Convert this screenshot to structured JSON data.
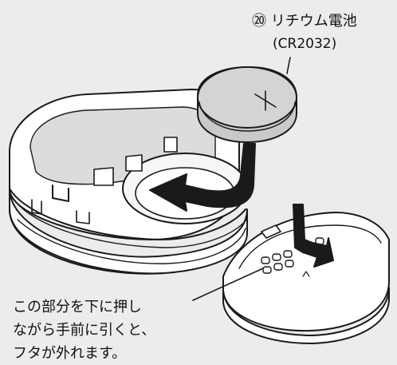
{
  "battery": {
    "number": "⑳",
    "name": "リチウム電池",
    "model": "(CR2032)"
  },
  "instruction": {
    "line1": "この部分を下に押し",
    "line2": "ながら手前に引くと、",
    "line3": "フタが外れます。"
  },
  "colors": {
    "background": "#ececec",
    "outline": "#1a1a1a",
    "body_fill": "#ffffff",
    "shade": "#d4d4d4",
    "battery_fill": "#d0d0d0"
  }
}
